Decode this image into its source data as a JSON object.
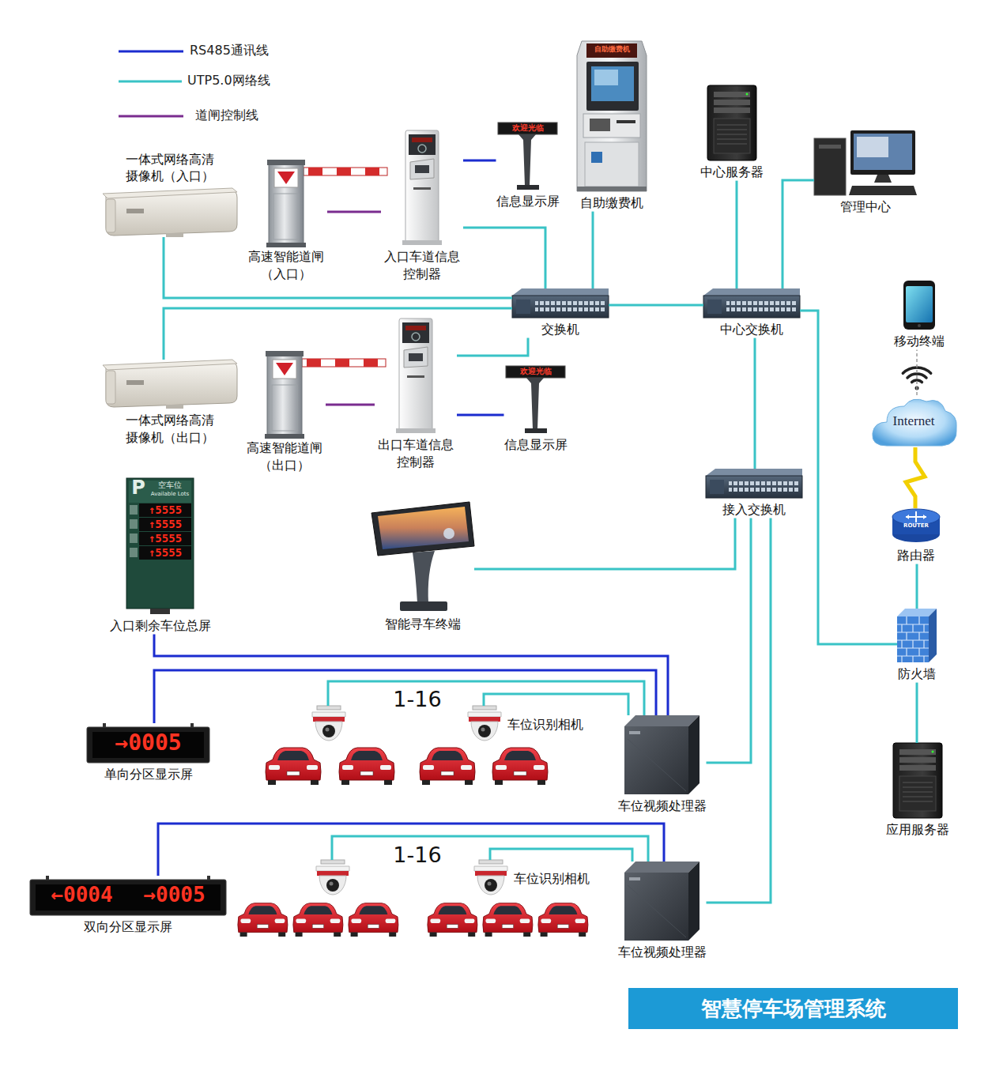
{
  "diagram": {
    "title": "智慧停车场管理系统",
    "nodes": [
      {
        "text": [
          "一体式网络高清 摄像机（入口）"
        ]
      },
      {
        "text": [
          "高速智能道闸 （入口）"
        ]
      },
      {
        "text": [
          "入口车道信息 控制器"
        ]
      },
      {
        "text": [
          "信息显示屏"
        ]
      },
      {
        "text": [
          "自助缴费机"
        ]
      },
      {
        "text": [
          "中心服务器"
        ]
      },
      {
        "text": [
          "管理中心"
        ]
      },
      {
        "text": [
          "交换机"
        ]
      },
      {
        "text": [
          "中心交换机"
        ]
      },
      {
        "text": [
          "移动终端"
        ]
      },
      {
        "text": [
          "一体式网络高清 摄像机（出口）"
        ]
      },
      {
        "text": [
          "高速智能道闸 （出口）"
        ]
      },
      {
        "text": [
          "出口车道信息 控制器"
        ]
      },
      {
        "text": [
          "信息显示屏"
        ]
      },
      {
        "text": [
          "Internet"
        ]
      },
      {
        "text": [
          "接入交换机"
        ]
      },
      {
        "text": [
          "路由器"
        ]
      },
      {
        "text": [
          "入口剩余车位总屏"
        ]
      },
      {
        "text": [
          "智能寻车终端"
        ]
      },
      {
        "text": [
          "防火墙"
        ]
      },
      {
        "text": [
          "单向分区显示屏"
        ]
      },
      {
        "text": [
          "车位识别相机"
        ]
      },
      {
        "text": [
          "车位视频处理器"
        ]
      },
      {
        "text": [
          "应用服务器"
        ]
      },
      {
        "text": [
          "双向分区显示屏"
        ]
      },
      {
        "text": [
          "车位识别相机"
        ]
      },
      {
        "text": [
          "车位视频处理器"
        ]
      }
    ],
    "edges": [
      {
        "from": 1,
        "to": 2,
        "arrow": "none"
      },
      {
        "from": 2,
        "to": 3,
        "arrow": "none"
      },
      {
        "from": 0,
        "to": 7,
        "arrow": "none"
      },
      {
        "from": 2,
        "to": 7,
        "arrow": "none"
      },
      {
        "from": 4,
        "to": 7,
        "arrow": "none"
      },
      {
        "from": 7,
        "to": 8,
        "arrow": "none"
      },
      {
        "from": 8,
        "to": 5,
        "arrow": "none"
      },
      {
        "from": 8,
        "to": 6,
        "arrow": "none"
      },
      {
        "from": 11,
        "to": 12,
        "arrow": "none"
      },
      {
        "from": 12,
        "to": 13,
        "arrow": "none"
      },
      {
        "from": 10,
        "to": 7,
        "arrow": "none"
      },
      {
        "from": 12,
        "to": 7,
        "arrow": "none"
      },
      {
        "from": 8,
        "to": 15,
        "arrow": "none"
      },
      {
        "from": 8,
        "to": 19,
        "arrow": "none"
      },
      {
        "from": 14,
        "to": 9,
        "arrow": "none"
      },
      {
        "from": 16,
        "to": 14,
        "arrow": "none"
      },
      {
        "from": 19,
        "to": 16,
        "arrow": "none"
      },
      {
        "from": 19,
        "to": 23,
        "arrow": "none"
      },
      {
        "from": 15,
        "to": 18,
        "arrow": "none"
      },
      {
        "from": 17,
        "to": 22,
        "arrow": "none"
      },
      {
        "from": 20,
        "to": 22,
        "arrow": "none"
      },
      {
        "from": 21,
        "to": 22,
        "arrow": "none"
      },
      {
        "from": 15,
        "to": 22,
        "arrow": "none"
      },
      {
        "from": 24,
        "to": 26,
        "arrow": "none"
      },
      {
        "from": 25,
        "to": 26,
        "arrow": "none"
      },
      {
        "from": 15,
        "to": 26,
        "arrow": "none"
      }
    ],
    "labels": [
      "欢迎光临",
      "自助缴费机",
      "欢迎光临",
      "P",
      "空车位",
      "Available Lots",
      "↑5555",
      "↑5555",
      "↑5555",
      "↑5555",
      "→0005",
      "1-16",
      "←0004",
      "→0005",
      "1-16",
      "ROUTER"
    ],
    "legend": [
      {
        "text": "RS485通讯线"
      },
      {
        "text": "UTP5.0网络线"
      },
      {
        "text": "道闸控制线"
      }
    ]
  }
}
